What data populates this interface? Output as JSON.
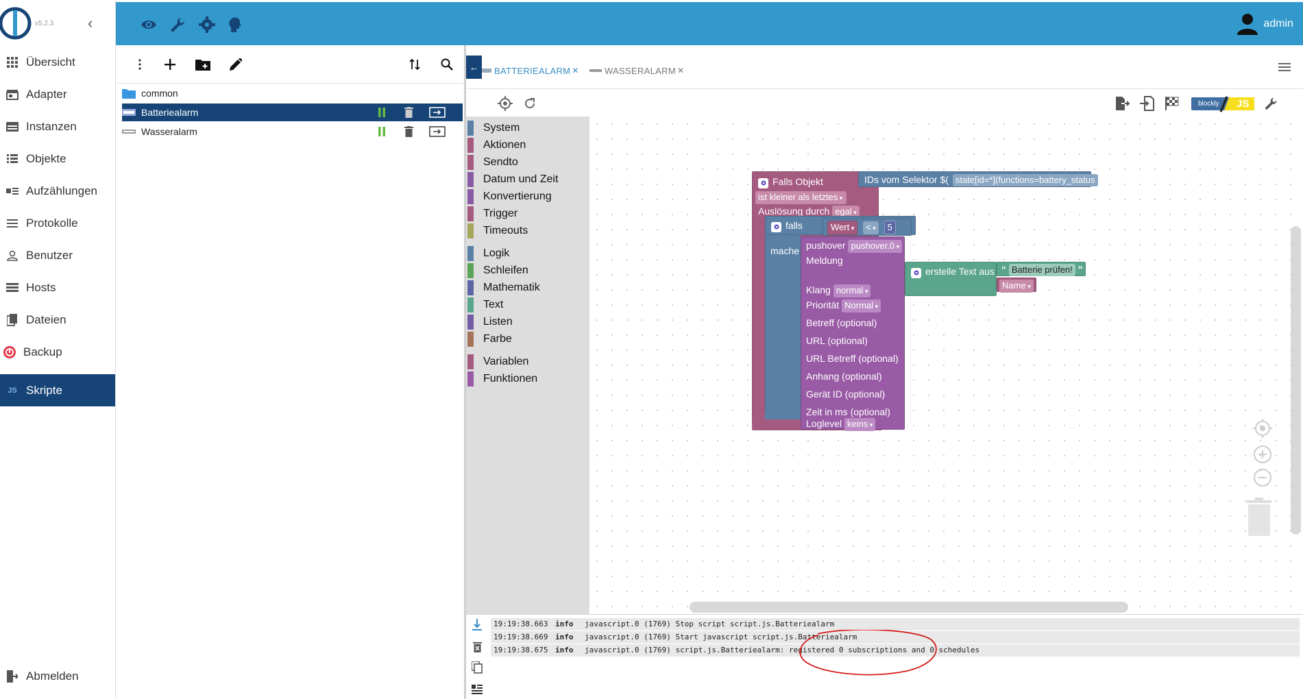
{
  "app": {
    "version": "v5.2.3",
    "user": "admin",
    "brand_color": "#3399cc",
    "active_color": "#164477"
  },
  "nav": {
    "items": [
      {
        "label": "Übersicht",
        "icon": "grid-icon"
      },
      {
        "label": "Adapter",
        "icon": "store-icon"
      },
      {
        "label": "Instanzen",
        "icon": "instances-icon"
      },
      {
        "label": "Objekte",
        "icon": "list-icon"
      },
      {
        "label": "Aufzählungen",
        "icon": "enum-icon"
      },
      {
        "label": "Protokolle",
        "icon": "menu-lines-icon"
      },
      {
        "label": "Benutzer",
        "icon": "person-icon"
      },
      {
        "label": "Hosts",
        "icon": "hosts-icon"
      },
      {
        "label": "Dateien",
        "icon": "files-icon"
      },
      {
        "label": "Backup",
        "icon": "backup-icon"
      },
      {
        "label": "Skripte",
        "icon": "js-icon"
      }
    ],
    "active": "Skripte",
    "logout": "Abmelden"
  },
  "tree": {
    "items": [
      {
        "label": "common",
        "type": "folder"
      },
      {
        "label": "Batteriealarm",
        "type": "script",
        "selected": true
      },
      {
        "label": "Wasseralarm",
        "type": "script",
        "selected": false
      }
    ]
  },
  "tabs": [
    {
      "label": "BATTERIEALARM",
      "close": "✕",
      "active": true
    },
    {
      "label": "WASSERALARM",
      "close": "✕",
      "active": false
    }
  ],
  "editor": {
    "mode_blockly": "blockly",
    "mode_js": "JS"
  },
  "toolbox": {
    "groups": [
      [
        {
          "label": "System",
          "color": "#5b80a5"
        },
        {
          "label": "Aktionen",
          "color": "#a55b80"
        },
        {
          "label": "Sendto",
          "color": "#a55b80"
        },
        {
          "label": "Datum und Zeit",
          "color": "#8a5ba5"
        },
        {
          "label": "Konvertierung",
          "color": "#8a5ba5"
        },
        {
          "label": "Trigger",
          "color": "#a55b80"
        },
        {
          "label": "Timeouts",
          "color": "#a5a55b"
        }
      ],
      [
        {
          "label": "Logik",
          "color": "#5b80a5"
        },
        {
          "label": "Schleifen",
          "color": "#5ba55b"
        },
        {
          "label": "Mathematik",
          "color": "#5b67a5"
        },
        {
          "label": "Text",
          "color": "#5ba58c"
        },
        {
          "label": "Listen",
          "color": "#745ba5"
        },
        {
          "label": "Farbe",
          "color": "#a5745b"
        }
      ],
      [
        {
          "label": "Variablen",
          "color": "#a55b80"
        },
        {
          "label": "Funktionen",
          "color": "#995ba5"
        }
      ]
    ]
  },
  "blocks": {
    "trigger": {
      "title": "Falls Objekt",
      "selector_label": "IDs vom Selektor $(",
      "selector_value": "state[id=*](functions=battery_status",
      "selector_close": ")",
      "condition": "ist kleiner als letztes",
      "ack_label": "Auslösung durch",
      "ack_value": "egal"
    },
    "if_block": {
      "if_label": "falls",
      "do_label": "mache",
      "var": "Wert",
      "op": "<",
      "num": "5"
    },
    "pushover": {
      "label": "pushover",
      "instance": "pushover.0",
      "message_label": "Meldung",
      "sound_label": "Klang",
      "sound_value": "normal",
      "priority_label": "Priorität",
      "priority_value": "Normal",
      "optional_fields": [
        "Betreff (optional)",
        "URL (optional)",
        "URL Betreff (optional)",
        "Anhang (optional)",
        "Gerät ID (optional)",
        "Zeit in ms (optional)"
      ],
      "loglevel_label": "Loglevel",
      "loglevel_value": "keins"
    },
    "text_join": {
      "label": "erstelle Text aus",
      "open_quote": "“",
      "text": "Batterie prüfen!",
      "close_quote": "”",
      "name_value": "Name"
    }
  },
  "log": {
    "lines": [
      {
        "time": "19:19:38.663",
        "level": "info",
        "message": "javascript.0 (1769) Stop script script.js.Batteriealarm"
      },
      {
        "time": "19:19:38.669",
        "level": "info",
        "message": "javascript.0 (1769) Start javascript script.js.Batteriealarm"
      },
      {
        "time": "19:19:38.675",
        "level": "info",
        "message": "javascript.0 (1769) script.js.Batteriealarm: registered 0 subscriptions and 0 schedules"
      }
    ]
  }
}
